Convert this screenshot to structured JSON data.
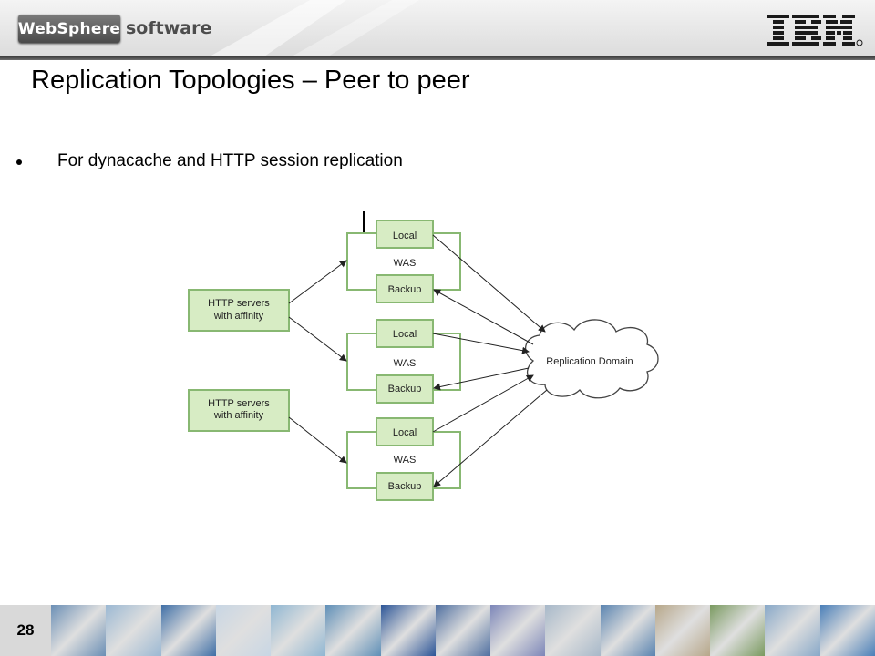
{
  "header": {
    "brand": "WebSphere",
    "product": "software",
    "logo": "IBM®"
  },
  "slide": {
    "title": "Replication Topologies – Peer to peer",
    "bullets": [
      "For dynacache and HTTP session replication"
    ],
    "page_number": "28"
  },
  "diagram": {
    "http_servers": [
      "HTTP servers\nwith affinity",
      "HTTP servers\nwith affinity"
    ],
    "was_label": "WAS",
    "local_label": "Local",
    "backup_label": "Backup",
    "domain_label": "Replication Domain",
    "colors": {
      "box_fill": "#d7ecc4",
      "box_border": "#88b872"
    }
  },
  "footer": {
    "tile_colors": [
      "#6b8fb5",
      "#9bb8d3",
      "#3f6fa6",
      "#c8d6e4",
      "#8fb6d2",
      "#5f8fb7",
      "#2c5597",
      "#4f6fa0",
      "#7c86b8",
      "#a7b8c9",
      "#5a84b0",
      "#b7a78a",
      "#7a9a60",
      "#88a8c8",
      "#4a7fb8"
    ]
  }
}
